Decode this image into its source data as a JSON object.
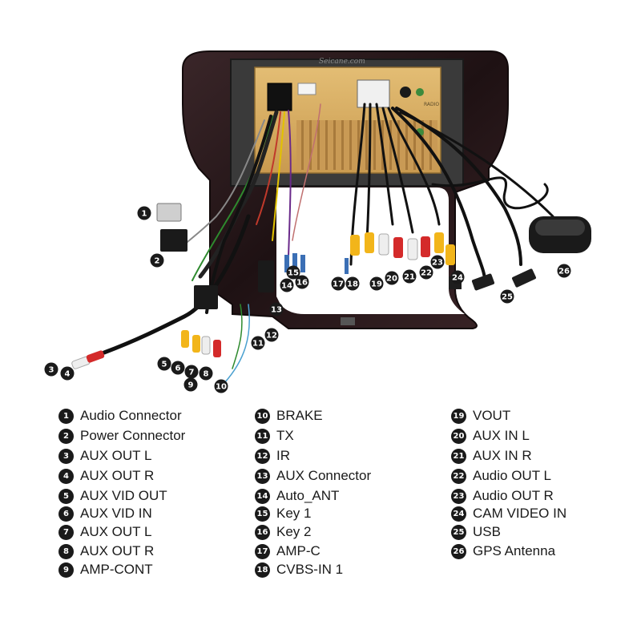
{
  "watermark": "Seicane.com",
  "radio_label": "RADIO",
  "legend": [
    {
      "num": "1",
      "label": "Audio Connector"
    },
    {
      "num": "2",
      "label": "Power Connector"
    },
    {
      "num": "3",
      "label": "AUX OUT L"
    },
    {
      "num": "4",
      "label": "AUX OUT R"
    },
    {
      "num": "5",
      "label": "AUX VID OUT"
    },
    {
      "num": "6",
      "label": "AUX VID IN"
    },
    {
      "num": "7",
      "label": "AUX OUT L"
    },
    {
      "num": "8",
      "label": "AUX OUT R"
    },
    {
      "num": "9",
      "label": "AMP-CONT"
    },
    {
      "num": "10",
      "label": "BRAKE"
    },
    {
      "num": "11",
      "label": "TX"
    },
    {
      "num": "12",
      "label": "IR"
    },
    {
      "num": "13",
      "label": "AUX Connector"
    },
    {
      "num": "14",
      "label": "Auto_ANT"
    },
    {
      "num": "15",
      "label": "Key 1"
    },
    {
      "num": "16",
      "label": "Key 2"
    },
    {
      "num": "17",
      "label": "AMP-C"
    },
    {
      "num": "18",
      "label": "CVBS-IN 1"
    },
    {
      "num": "19",
      "label": "VOUT"
    },
    {
      "num": "20",
      "label": "AUX IN L"
    },
    {
      "num": "21",
      "label": "AUX IN R"
    },
    {
      "num": "22",
      "label": "Audio OUT L"
    },
    {
      "num": "23",
      "label": "Audio OUT R"
    },
    {
      "num": "24",
      "label": "CAM VIDEO IN"
    },
    {
      "num": "25",
      "label": "USB"
    },
    {
      "num": "26",
      "label": "GPS Antenna"
    }
  ],
  "colors": {
    "rca_red": "#d42a2a",
    "rca_white": "#eeeeee",
    "rca_yellow": "#f2b51a",
    "panel_gold": "#d9ad62",
    "frame_dark": "#2a1a1c",
    "usb_black": "#1e1e1e"
  }
}
